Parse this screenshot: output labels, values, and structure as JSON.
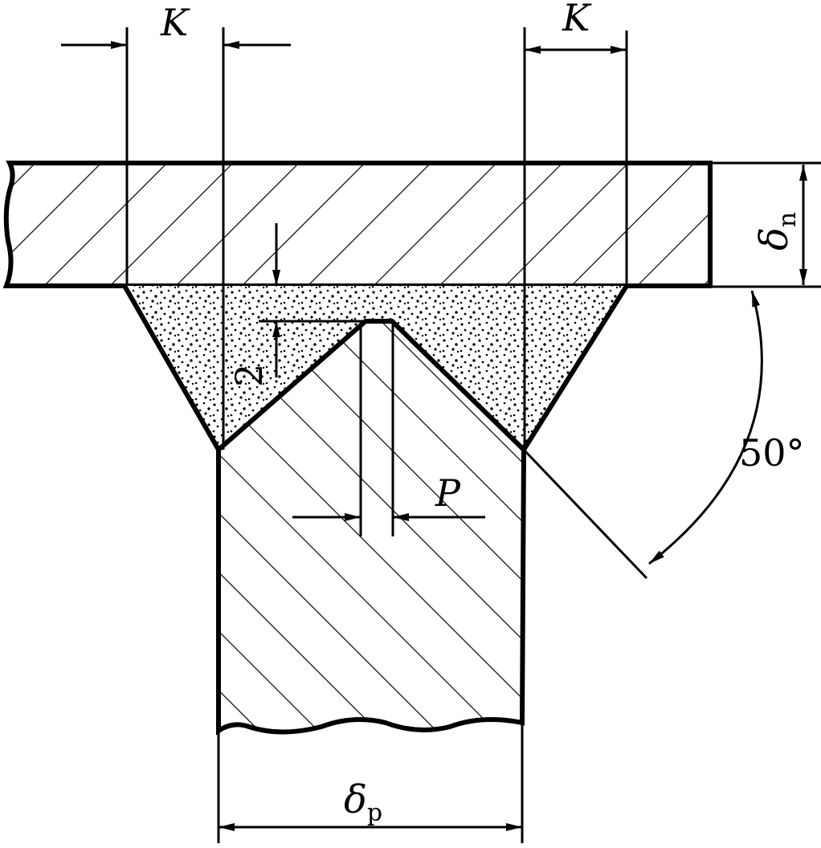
{
  "colors": {
    "ink": "#000000",
    "background": "#ffffff",
    "weld_fill": "#e6e6e6"
  },
  "labels": {
    "k_left": "K",
    "k_right": "K",
    "delta_symbol_n": "δ",
    "delta_sub_n": "n",
    "delta_symbol_p": "δ",
    "delta_sub_p": "p",
    "gap": "2",
    "root_face": "P",
    "angle": "50°"
  }
}
